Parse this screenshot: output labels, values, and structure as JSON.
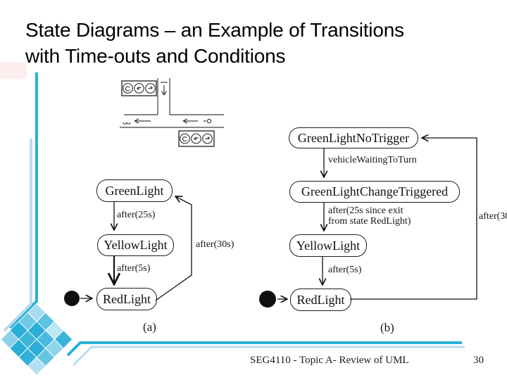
{
  "title": {
    "line1": "State Diagrams – an Example of Transitions",
    "line2": "with Time-outs and Conditions"
  },
  "footer": {
    "course": "SEG4110 - Topic A-  Review of UML",
    "page": "30"
  },
  "colors": {
    "accent_dark": "#27b2d6",
    "accent_light": "#b9dcee",
    "ink": "#1a1a1a"
  },
  "figures": {
    "traffic_intersection": "t-intersection-with-traffic-signals"
  },
  "diagram_a": {
    "caption": "(a)",
    "state_green": "GreenLight",
    "state_yellow": "YellowLight",
    "state_red": "RedLight",
    "t_green_yellow": "after(25s)",
    "t_yellow_red": "after(5s)",
    "t_red_green": "after(30s)",
    "initial_state": "RedLight"
  },
  "diagram_b": {
    "caption": "(b)",
    "state_no_trigger": "GreenLightNoTrigger",
    "state_change_triggered": "GreenLightChangeTriggered",
    "state_yellow": "YellowLight",
    "state_red": "RedLight",
    "t_trigger": "vehicleWaitingToTurn",
    "t_after25_line1": "after(25s since exit",
    "t_after25_line2": "from state RedLight)",
    "t_yellow_red": "after(5s)",
    "t_red_green": "after(30",
    "initial_state": "RedLight"
  }
}
